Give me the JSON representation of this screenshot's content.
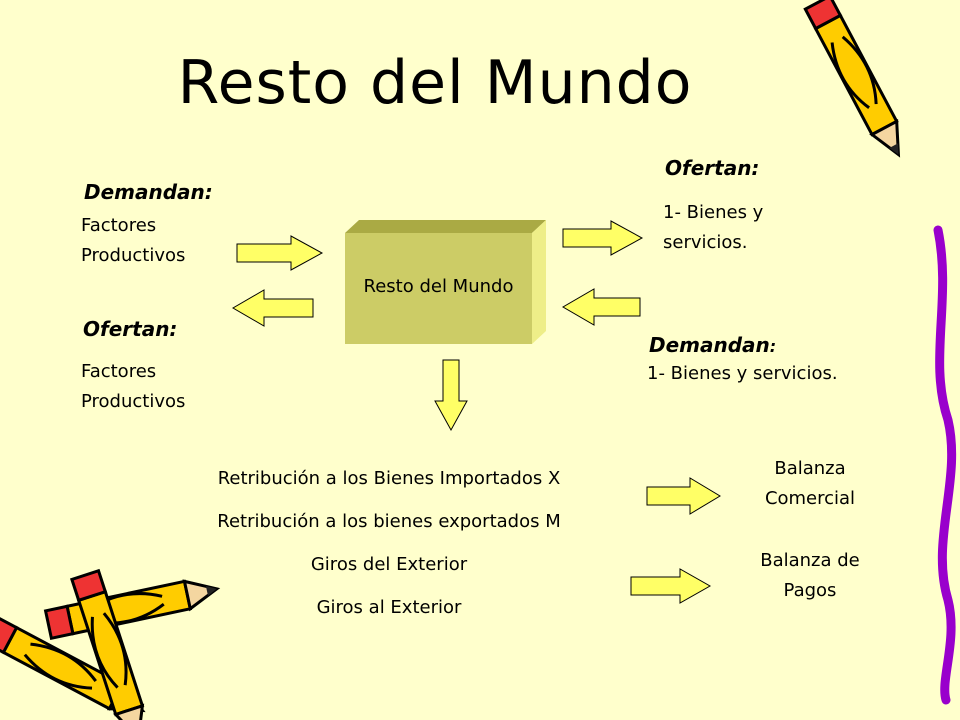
{
  "title": "Resto del Mundo",
  "box_label": "Resto del Mundo",
  "left_top": {
    "heading": "Demandan:",
    "lines": [
      "Factores",
      "Productivos"
    ]
  },
  "left_bottom": {
    "heading": "Ofertan:",
    "lines": [
      "Factores",
      "Productivos"
    ]
  },
  "right_top": {
    "heading": "Ofertan:",
    "lines": [
      "1- Bienes y",
      "servicios."
    ]
  },
  "right_bottom": {
    "heading": "Demandan",
    "heading_suffix": ":",
    "lines": [
      "1- Bienes y servicios."
    ]
  },
  "flows": [
    "Retribución a los Bienes Importados X",
    "Retribución a los bienes exportados M",
    "Giros del Exterior",
    "Giros al Exterior"
  ],
  "balances": [
    {
      "lines": [
        "Balanza",
        "Comercial"
      ]
    },
    {
      "lines": [
        "Balanza de",
        "Pagos"
      ]
    }
  ],
  "colors": {
    "background": "#ffffcc",
    "arrow_fill": "#ffff66",
    "box_front": "#cccc66",
    "box_top": "#aaaa44",
    "box_side": "#eeee88"
  }
}
